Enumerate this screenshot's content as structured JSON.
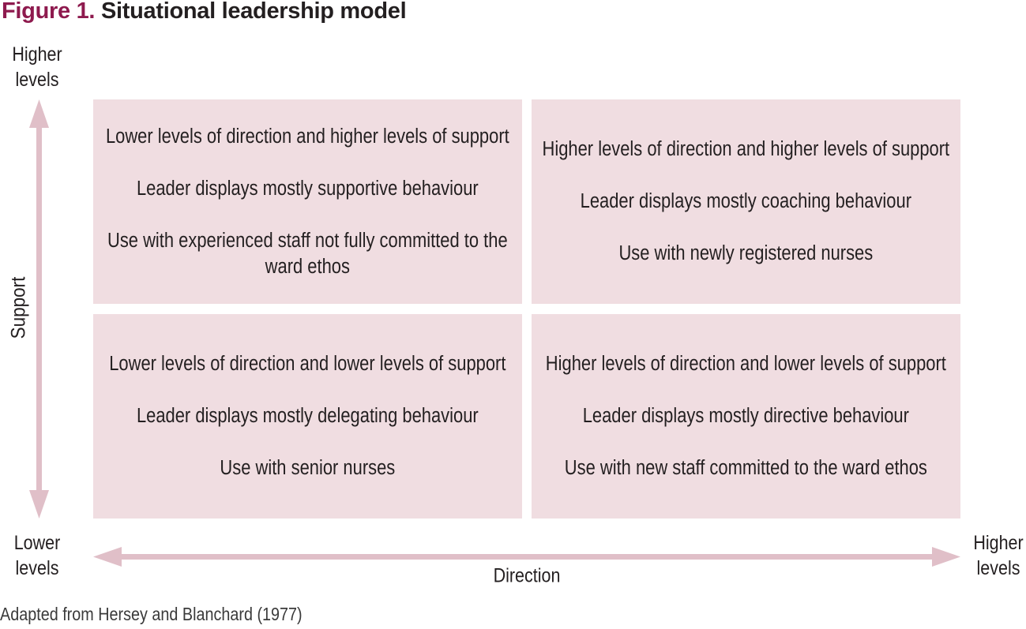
{
  "figure": {
    "number_label": "Figure 1.",
    "title": "Situational leadership model",
    "caption": "Adapted from Hersey and Blanchard (1977)",
    "colors": {
      "figure_number": "#8e1a4e",
      "quadrant_fill": "#f0dde1",
      "arrow": "#e0bfc8",
      "text": "#231f20"
    }
  },
  "axes": {
    "y": {
      "label": "Support",
      "top_label": "Higher levels",
      "top_label_lines": [
        "Higher",
        "levels"
      ],
      "bottom_label_lines": [
        "Lower",
        "levels"
      ]
    },
    "x": {
      "label": "Direction",
      "left_label_lines": [
        "Lower",
        "levels"
      ],
      "right_label_lines": [
        "Higher",
        "levels"
      ]
    }
  },
  "quadrants": {
    "top_left": {
      "levels": "Lower levels of direction and higher levels of support",
      "behaviour": "Leader displays mostly supportive behaviour",
      "use": "Use with experienced staff not fully committed to the ward ethos"
    },
    "top_right": {
      "levels": "Higher levels of direction and higher levels of support",
      "behaviour": "Leader displays mostly coaching behaviour",
      "use": "Use with newly registered nurses"
    },
    "bottom_left": {
      "levels": "Lower levels of direction and lower levels of support",
      "behaviour": "Leader displays mostly delegating behaviour",
      "use": "Use with senior nurses"
    },
    "bottom_right": {
      "levels": "Higher levels of direction and lower levels of support",
      "behaviour": "Leader displays mostly directive behaviour",
      "use": "Use with new staff committed to the ward ethos"
    }
  }
}
